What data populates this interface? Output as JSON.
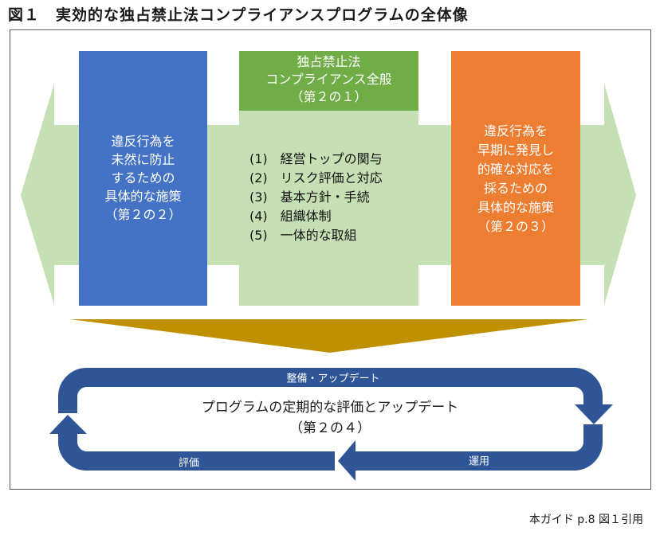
{
  "title": "図１　実効的な独占禁止法コンプライアンスプログラムの全体像",
  "left_box": {
    "lines": [
      "違反行為を",
      "未然に防止",
      "するための",
      "具体的な施策",
      "（第２の２）"
    ]
  },
  "center_box": {
    "header_lines": [
      "独占禁止法",
      "コンプライアンス全般",
      "（第２の１）"
    ],
    "items": [
      "(1)　経営トップの関与",
      "(2)　リスク評価と対応",
      "(3)　基本方針・手続",
      "(4)　組織体制",
      "(5)　一体的な取組"
    ]
  },
  "right_box": {
    "lines": [
      "違反行為を",
      "早期に発見し",
      "的確な対応を",
      "採るための",
      "具体的な施策",
      "（第２の３）"
    ]
  },
  "cycle": {
    "top_label": "整備・アップデート",
    "right_label": "運用",
    "left_label": "評価",
    "center_lines": [
      "プログラムの定期的な評価とアップデート",
      "（第２の４）"
    ]
  },
  "caption": "本ガイド p.8 図１引用",
  "colors": {
    "blue": "#4472C4",
    "green_header": "#70AD47",
    "light_green": "#C5E0B4",
    "orange": "#ED7D31",
    "gold": "#BF9000",
    "cycle_blue": "#2F5597"
  }
}
